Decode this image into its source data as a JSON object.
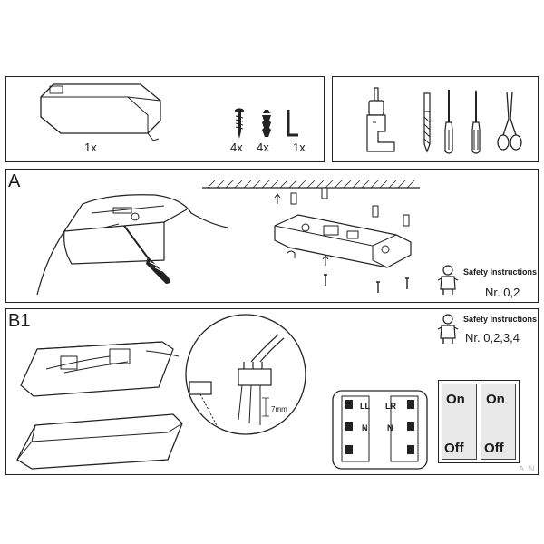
{
  "parts": {
    "housing_qty": "1x",
    "screw_qty": "4x",
    "dowel_qty": "4x",
    "key_qty": "1x"
  },
  "tools": [
    "drill-icon",
    "drill-bit-icon",
    "flat-screwdriver-icon",
    "phillips-screwdriver-icon",
    "wire-stripper-icon"
  ],
  "step_a": {
    "label": "A",
    "safety_title": "Safety Instructions",
    "safety_nr": "Nr. 0,2"
  },
  "step_b1": {
    "label": "B1",
    "safety_title": "Safety Instructions",
    "safety_nr": "Nr. 0,2,3,4",
    "wire_length": "7mm",
    "terminals": {
      "ll": "LL",
      "lr": "LR",
      "nl": "N",
      "nr": "N"
    },
    "switch": {
      "on_left": "On",
      "on_right": "On",
      "off_left": "Off",
      "off_right": "Off"
    }
  },
  "watermark": "A..N",
  "colors": {
    "line": "#222222",
    "panel_bg": "#ffffff",
    "switch_fill": "#e8e8e8"
  }
}
